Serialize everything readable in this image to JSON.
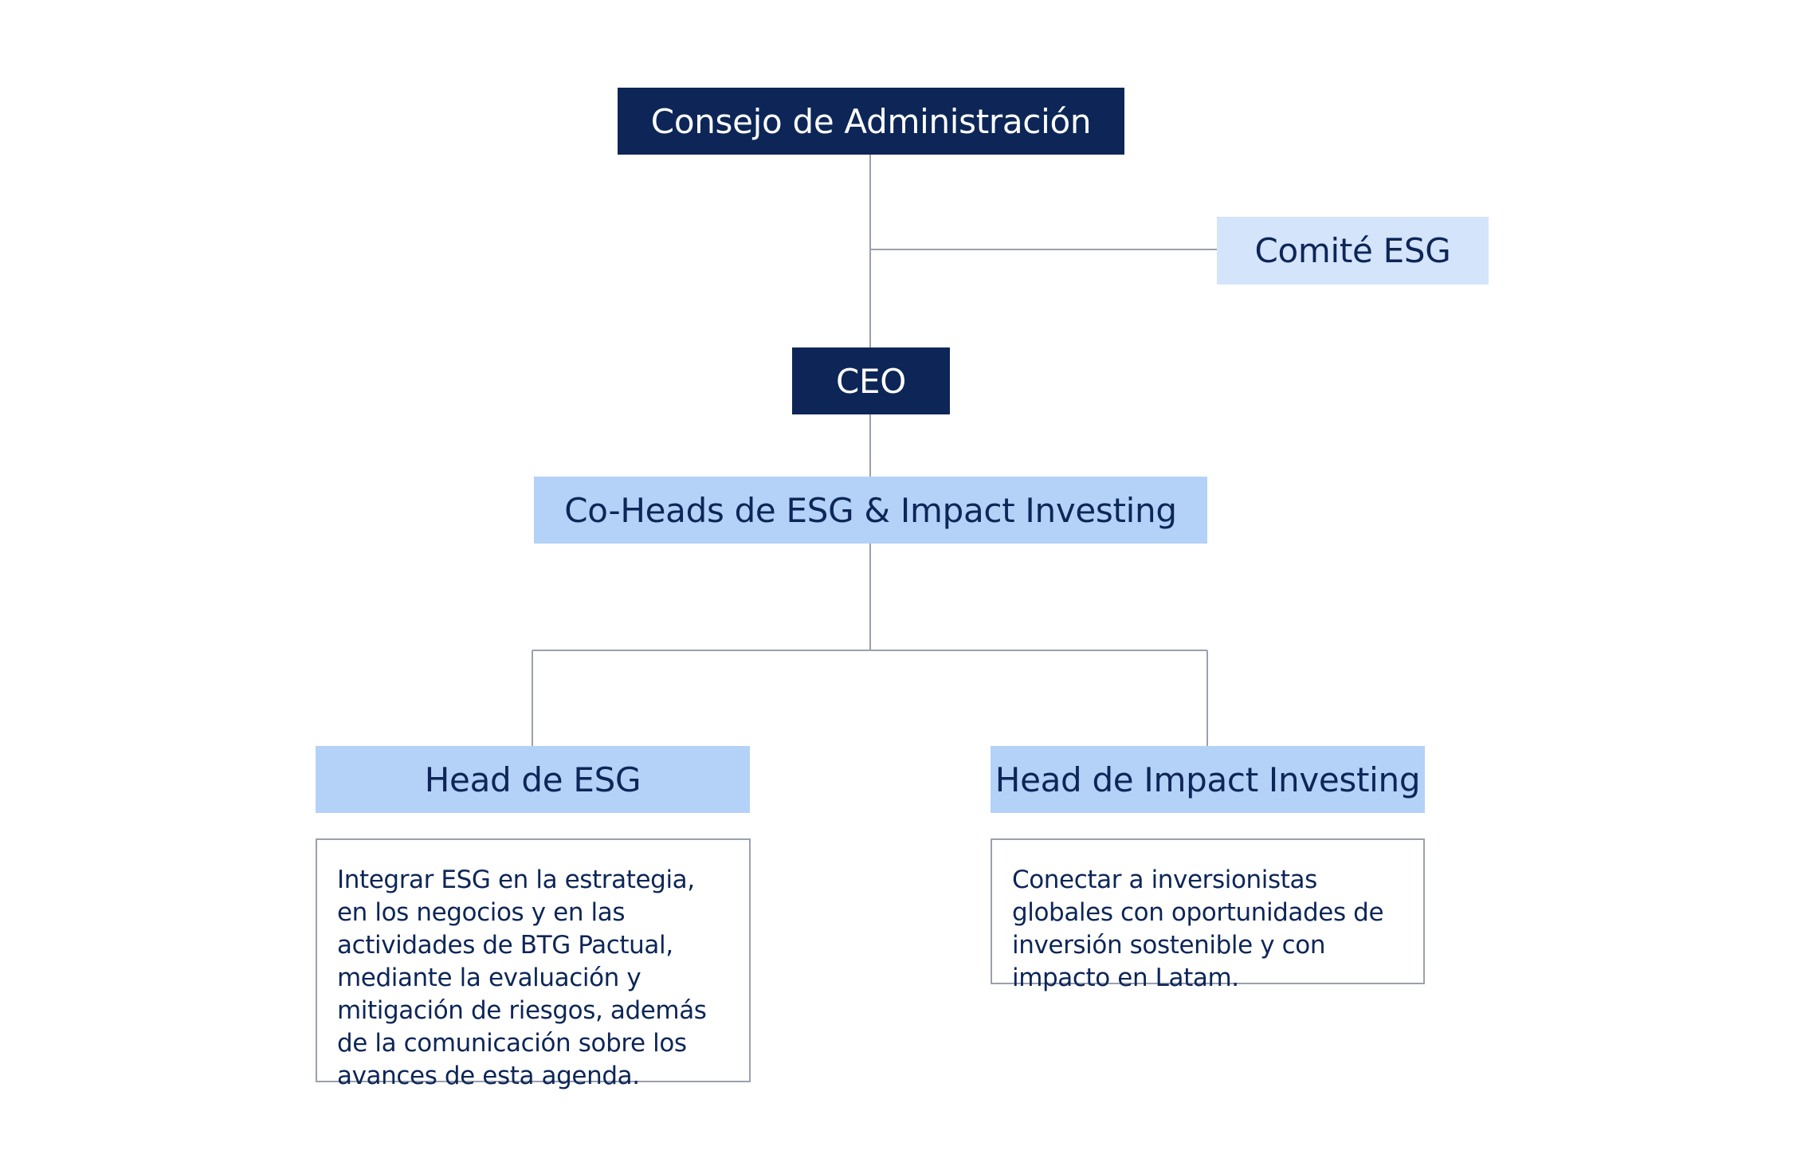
{
  "org_chart": {
    "board": {
      "label": "Consejo de Administración"
    },
    "esg_committee": {
      "label": "Comité ESG"
    },
    "ceo": {
      "label": "CEO"
    },
    "co_heads": {
      "label": "Co-Heads de ESG & Impact Investing"
    },
    "head_esg": {
      "label": "Head de ESG",
      "description": "Integrar ESG en la estrategia, en los negocios y en las actividades de BTG Pactual, mediante la evaluación y mitigación de riesgos, además de la comunicación sobre los avances de esta agenda."
    },
    "head_impact": {
      "label": "Head de Impact Investing",
      "description": "Conectar a inversionistas globales con oportunidades de inversión sostenible y con impacto en Latam."
    }
  },
  "colors": {
    "dark_navy": "#0d2657",
    "light_blue": "#b4d1f8",
    "pale_blue": "#d3e4fb",
    "connector_gray": "#9aa1ad"
  }
}
